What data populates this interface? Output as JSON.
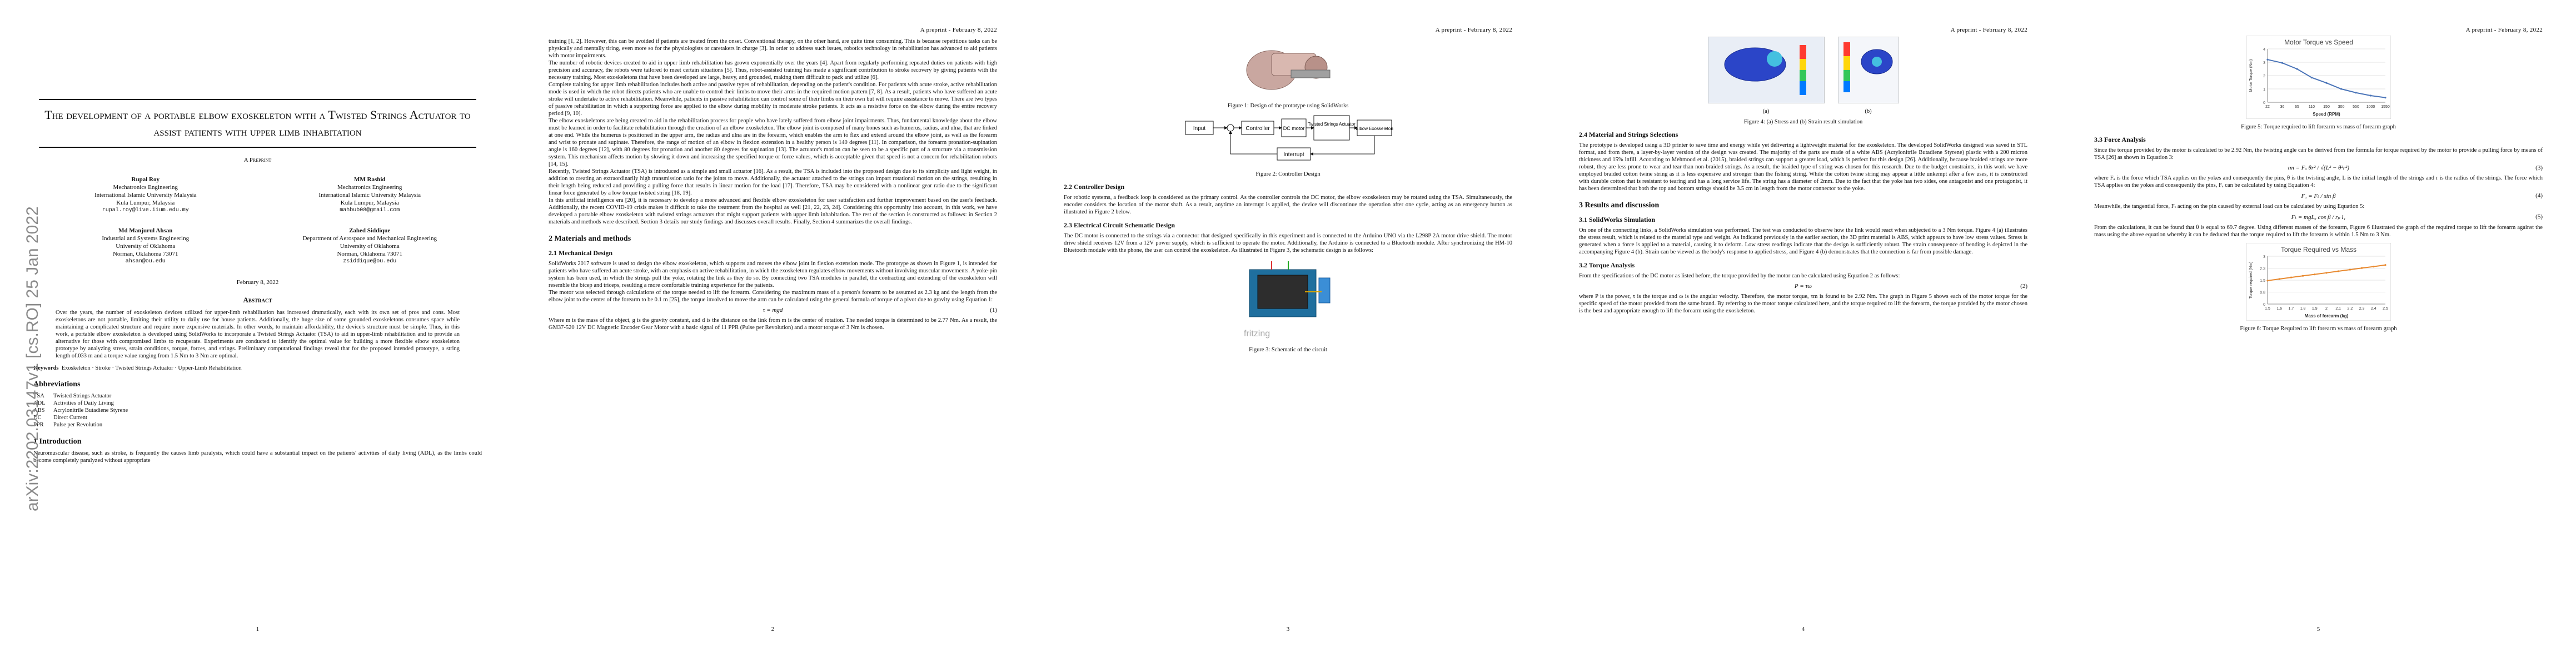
{
  "running_head": "A preprint - February 8, 2022",
  "page1": {
    "arxiv_stamp": "arXiv:2202.03147v1 [cs.RO] 25 Jan 2022",
    "title": "The development of a portable elbow exoskeleton with a Twisted Strings Actuator to assist patients with upper limb inhabitation",
    "subtitle": "A Preprint",
    "authors": [
      {
        "name": "Rupal Roy",
        "dept": "Mechatronics Engineering",
        "inst": "International Islamic University Malaysia",
        "city": "Kula Lumpur, Malaysia",
        "email": "rupal.roy@live.iium.edu.my"
      },
      {
        "name": "MM Rashid",
        "dept": "Mechatronics Engineering",
        "inst": "International Islamic University Malaysia",
        "city": "Kula Lumpur, Malaysia",
        "email": "mahbub08@gmail.com"
      },
      {
        "name": "Md Manjurul Ahsan",
        "dept": "Industrial and Systems Engineering",
        "inst": "University of Oklahoma",
        "city": "Norman, Oklahoma 73071",
        "email": "ahsan@ou.edu"
      },
      {
        "name": "Zahed Siddique",
        "dept": "Department of Aerospace and Mechanical Engineering",
        "inst": "University of Oklahoma",
        "city": "Norman, Oklahoma 73071",
        "email": "zsiddique@ou.edu"
      }
    ],
    "date": "February 8, 2022",
    "abstract_heading": "Abstract",
    "abstract": "Over the years, the number of exoskeleton devices utilized for upper-limb rehabilitation has increased dramatically, each with its own set of pros and cons. Most exoskeletons are not portable, limiting their utility to daily use for house patients. Additionally, the huge size of some grounded exoskeletons consumes space while maintaining a complicated structure and require more expensive materials. In other words, to maintain affordability, the device's structure must be simple. Thus, in this work, a portable elbow exoskeleton is developed using SolidWorks to incorporate a Twisted Strings Actuator (TSA) to aid in upper-limb rehabilitation and to provide an alternative for those with compromised limbs to recuperate. Experiments are conducted to identify the optimal value for building a more flexible elbow exoskeleton prototype by analyzing stress, strain conditions, torque, forces, and strings. Preliminary computational findings reveal that for the proposed intended prototype, a string length of.033 m and a torque value ranging from 1.5 Nm to 3 Nm are optimal.",
    "keywords_label": "Keywords",
    "keywords": "Exoskeleton · Stroke · Twisted Strings Actuator · Upper-Limb Rehabilitation",
    "abbrev_heading": "Abbreviations",
    "abbreviations": [
      {
        "k": "TSA",
        "v": "Twisted Strings Actuator"
      },
      {
        "k": "ADL",
        "v": "Activities of Daily Living"
      },
      {
        "k": "ABS",
        "v": "Acrylonitrile Butadiene Styrene"
      },
      {
        "k": "DC",
        "v": "Direct Current"
      },
      {
        "k": "PPR",
        "v": "Pulse per Revolution"
      }
    ],
    "intro_heading": "1   Introduction",
    "intro": "Neuromuscular disease, such as stroke, is frequently the causes limb paralysis, which could have a substantial impact on the patients' activities of daily living (ADL), as the limbs could become completely paralyzed without appropriate",
    "page_number": "1"
  },
  "page2": {
    "para1": "training [1, 2]. However, this can be avoided if patients are treated from the onset. Conventional therapy, on the other hand, are quite time consuming. This is because repetitious tasks can be physically and mentally tiring, even more so for the physiologists or caretakers in charge [3]. In order to address such issues, robotics technology in rehabilitation has advanced to aid patients with motor impairments.",
    "para2": "The number of robotic devices created to aid in upper limb rehabilitation has grown exponentially over the years [4]. Apart from regularly performing repeated duties on patients with high precision and accuracy, the robots were tailored to meet certain situations [5]. Thus, robot-assisted training has made a significant contribution to stroke recovery by giving patients with the necessary training. Most exoskeletons that have been developed are large, heavy, and grounded, making them difficult to pack and utilize [6].",
    "para3": "Complete training for upper limb rehabilitation includes both active and passive types of rehabilitation, depending on the patient's condition. For patients with acute stroke, active rehabilitation mode is used in which the robot directs patients who are unable to control their limbs to move their arms in the required motion pattern [7, 8]. As a result, patients who have suffered an acute stroke will undertake to active rehabilitation. Meanwhile, patients in passive rehabilitation can control some of their limbs on their own but will require assistance to move. There are two types of passive rehabilitation in which a supporting force are applied to the elbow during mobility in moderate stroke patients. It acts as a resistive force on the elbow during the entire recovery period [9, 10].",
    "para4": "The elbow exoskeletons are being created to aid in the rehabilitation process for people who have lately suffered from elbow joint impairments. Thus, fundamental knowledge about the elbow must be learned in order to facilitate rehabilitation through the creation of an elbow exoskeleton. The elbow joint is composed of many bones such as humerus, radius, and ulna, that are linked at one end. While the humerus is positioned in the upper arm, the radius and ulna are in the forearm, which enables the arm to flex and extend around the elbow joint, as well as the forearm and wrist to pronate and supinate. Therefore, the range of motion of an elbow in flexion extension in a healthy person is 140 degrees [11]. In comparison, the forearm pronation-supination angle is 160 degrees [12], with 80 degrees for pronation and another 80 degrees for supination [13]. The actuator's motion can be seen to be a specific part of a structure via a transmission system. This mechanism affects motion by slowing it down and increasing the specified torque or force values, which is acceptable given that speed is not a concern for rehabilitation robots [14, 15].",
    "para5": "Recently, Twisted Strings Actuator (TSA) is introduced as a simple and small actuator [16]. As a result, the TSA is included into the proposed design due to its simplicity and light weight, in addition to creating an extraordinarily high transmission ratio for the joints to move. Additionally, the actuator attached to the strings can impart rotational motion on the strings, resulting in their length being reduced and providing a pulling force that results in linear motion for the load [17]. Therefore, TSA may be considered with a nonlinear gear ratio due to the significant linear force generated by a low torque twisted string [18, 19].",
    "para6": "In this artificial intelligence era [20], it is necessary to develop a more advanced and flexible elbow exoskeleton for user satisfaction and further improvement based on the user's feedback. Additionally, the recent COVID-19 crisis makes it difficult to take the treatment from the hospital as well [21, 22, 23, 24]. Considering this opportunity into account, in this work, we have developed a portable elbow exoskeleton with twisted strings actuators that might support patients with upper limb inhabitation. The rest of the section is constructed as follows: in Section 2 materials and methods were described. Section 3 details our study findings and discusses overall results. Finally, Section 4 summarizes the overall findings.",
    "sec2_heading": "2   Materials and methods",
    "sec21_heading": "2.1   Mechanical Design",
    "mech": "SolidWorks 2017 software is used to design the elbow exoskeleton, which supports and moves the elbow joint in flexion extension mode. The prototype as shown in Figure 1, is intended for patients who have suffered an acute stroke, with an emphasis on active rehabilitation, in which the exoskeleton regulates elbow movements without involving muscular movements. A yoke-pin system has been used, in which the strings pull the yoke, rotating the link as they do so. By connecting two TSA modules in parallel, the contracting and extending of the exoskeleton will resemble the bicep and triceps, resulting a more comfortable training experience for the patients.",
    "mech2": "The motor was selected through calculations of the torque needed to lift the forearm. Considering the maximum mass of a person's forearm to be assumed as 2.3 kg and the length from the elbow joint to the center of the forearm to be 0.1 m [25], the torque involved to move the arm can be calculated using the general formula of torque of a pivot due to gravity using Equation 1:",
    "eq1": "τ = mgd",
    "eq1_num": "(1)",
    "mech3": "Where m is the mass of the object, g is the gravity constant, and d is the distance on the link from m is the center of rotation. The needed torque is determined to be 2.77 Nm. As a result, the GM37-520 12V DC Magnetic Encoder Gear Motor with a basic signal of 11 PPR (Pulse per Revolution) and a motor torque of 3 Nm is chosen.",
    "page_number": "2"
  },
  "page3": {
    "fig1_cap": "Figure 1: Design of the prototype using SolidWorks",
    "ctrl_blocks": [
      "Input",
      "Controller",
      "DC motor",
      "Twisted Strings Actuator",
      "Elbow Exoskeleton",
      "Interrupt"
    ],
    "fig2_cap": "Figure 2: Controller Design",
    "sec22_heading": "2.2   Controller Design",
    "ctrl_text": "For robotic systems, a feedback loop is considered as the primary control. As the controller controls the DC motor, the elbow exoskeleton may be rotated using the TSA. Simultaneously, the encoder considers the location of the motor shaft. As a result, anytime an interrupt is applied, the device will discontinue the operation after one cycle, acting as an emergency button as illustrated in Figure 2 below.",
    "sec23_heading": "2.3   Electrical Circuit Schematic Design",
    "elec_text": "The DC motor is connected to the strings via a connector that designed specifically in this experiment and is connected to the Arduino UNO via the L298P 2A motor drive shield. The motor drive shield receives 12V from a 12V power supply, which is sufficient to operate the motor. Additionally, the Arduino is connected to a Bluetooth module. After synchronizing the HM-10 Bluetooth module with the phone, the user can control the exoskeleton. As illustrated in Figure 3, the schematic design is as follows:",
    "fritzing": "fritzing",
    "fig3_cap": "Figure 3: Schematic of the circuit",
    "page_number": "3"
  },
  "page4": {
    "sim_a_label": "(a)",
    "sim_b_label": "(b)",
    "fig4_cap": "Figure 4: (a) Stress and (b) Strain result simulation",
    "sec24_heading": "2.4   Material and Strings Selections",
    "mat_text": "The prototype is developed using a 3D printer to save time and energy while yet delivering a lightweight material for the exoskeleton. The developed SolidWorks designed was saved in STL format, and from there, a layer-by-layer version of the design was created. The majority of the parts are made of a white ABS (Acrylonitrile Butadiene Styrene) plastic with a 200 micron thickness and 15% infill. According to Mehmood et al. (2015), braided strings can support a greater load, which is perfect for this design [26]. Additionally, because braided strings are more robust, they are less prone to wear and tear than non-braided strings. As a result, the braided type of string was chosen for this research. Due to the budget constraints, in this work we have employed braided cotton twine string as it is less expensive and stronger than the fishing string. While the cotton twine string may appear a little unkempt after a few uses, it is constructed with durable cotton that is resistant to tearing and has a long service life. The string has a diameter of 2mm. Due to the fact that the yoke has two sides, one antagonist and one protagonist, it has been determined that both the top and bottom strings should be 3.5 cm in length from the motor connector to the yoke.",
    "sec3_heading": "3   Results and discussion",
    "sec31_heading": "3.1   SolidWorks Simulation",
    "sim_text": "On one of the connecting links, a SolidWorks simulation was performed. The test was conducted to observe how the link would react when subjected to a 3 Nm torque. Figure 4 (a) illustrates the stress result, which is related to the material type and weight. As indicated previously in the earlier section, the 3D print material is ABS, which appears to have low stress values. Stress is generated when a force is applied to a material, causing it to deform. Low stress readings indicate that the design is sufficiently robust. The strain consequence of bending is depicted in the accompanying Figure 4 (b). Strain can be viewed as the body's response to applied stress, and Figure 4 (b) demonstrates that the connection is far from possible damage.",
    "sec32_heading": "3.2   Torque Analysis",
    "torque_text": "From the specifications of the DC motor as listed before, the torque provided by the motor can be calculated using Equation 2 as follows:",
    "eq2": "P = τω",
    "eq2_num": "(2)",
    "torque_text2": "where P is the power, τ is the torque and ω is the angular velocity. Therefore, the motor torque, τm is found to be 2.92 Nm. The graph in Figure 5 shows each of the motor torque for the specific speed of the motor provided from the same brand. By referring to the motor torque calculated here, and the torque required to lift the forearm, the torque provided by the motor chosen is the best and appropriate enough to lift the forearm using the exoskeleton.",
    "page_number": "4"
  },
  "page5": {
    "chart_data": [
      {
        "type": "line",
        "title": "Motor Torque vs Speed",
        "xlabel": "Speed (RPM)",
        "ylabel": "Motor Torque (Nm)",
        "categories": [
          "22",
          "36",
          "65",
          "110",
          "150",
          "300",
          "550",
          "1000",
          "1550"
        ],
        "values": [
          3.2,
          2.95,
          2.5,
          1.85,
          1.45,
          1.0,
          0.72,
          0.5,
          0.35
        ],
        "ylim": [
          0,
          4
        ],
        "color": "#4a74b8"
      },
      {
        "type": "line",
        "title": "Torque Required vs Mass",
        "xlabel": "Mass of forearm (kg)",
        "ylabel": "Torque required (Nm)",
        "categories": [
          "1.5",
          "1.6",
          "1.7",
          "1.8",
          "1.9",
          "2",
          "2.1",
          "2.2",
          "2.3",
          "2.4",
          "2.5"
        ],
        "values": [
          1.47,
          1.57,
          1.67,
          1.77,
          1.86,
          1.96,
          2.06,
          2.16,
          2.26,
          2.35,
          2.45
        ],
        "ylim": [
          0,
          3
        ],
        "color": "#e8892f"
      }
    ],
    "fig5_cap": "Figure 5: Torque required to lift forearm vs mass of forearm graph",
    "sec33_heading": "3.3   Force Analysis",
    "force_text": "Since the torque provided by the motor is calculated to be 2.92 Nm, the twisting angle can be derived from the formula for torque required by the motor to provide a pulling force by means of TSA [26] as shown in Equation 3:",
    "eq3": "τm = Fₐ θr² / √(L² − θ²r²)",
    "eq3_num": "(3)",
    "force_text2": "where Fₐ is the force which TSA applies on the yokes and consequently the pins, θ is the twisting angle, L is the initial length of the strings and r is the radius of the strings. The force which TSA applies on the yokes and consequently the pins, Fₐ can be calculated by using Equation 4:",
    "eq4": "Fₐ = Fₜ / sin β",
    "eq4_num": "(4)",
    "force_text3": "Meanwhile, the tangential force, Fₜ acting on the pin caused by external load can be calculated by using Equation 5:",
    "eq5": "Fₜ = mgLₐ cos β / rₚ l₁",
    "eq5_num": "(5)",
    "force_text4": "From the calculations, it can be found that θ is equal to 69.7 degree. Using different masses of the forearm, Figure 6 illustrated the graph of the required torque to lift the forearm against the mass using the above equation whereby it can be deduced that the torque required to lift the forearm is within 1.5 Nm to 3 Nm.",
    "fig6_cap": "Figure 6: Torque Required to lift forearm vs mass of forearm graph",
    "page_number": "5"
  }
}
